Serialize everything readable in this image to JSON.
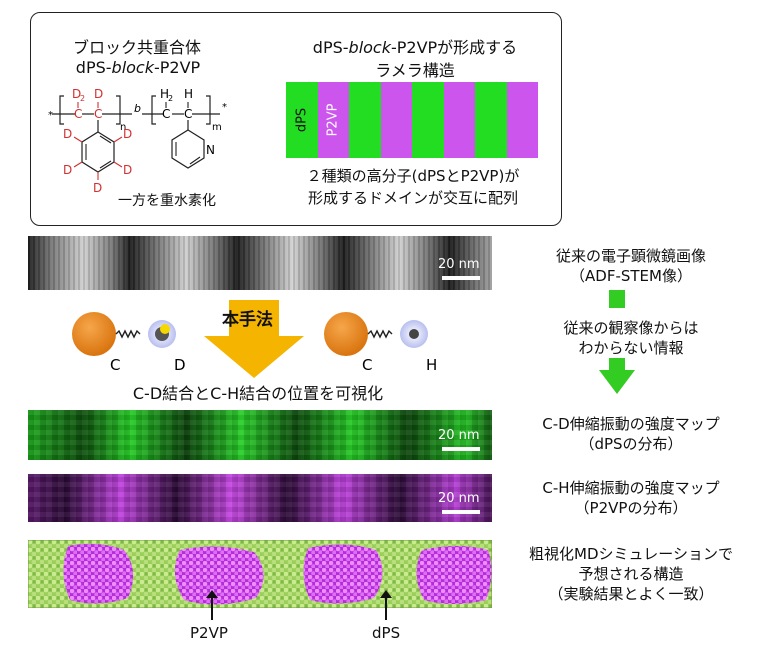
{
  "callout": {
    "copolymer_title_line1": "ブロック共重合体",
    "copolymer_title_line2_pre": "dPS-",
    "copolymer_title_line2_em": "block",
    "copolymer_title_line2_post": "-P2VP",
    "lamella_title_line1_pre": "dPS-",
    "lamella_title_line1_em": "block",
    "lamella_title_line1_post": "-P2VPが形成する",
    "lamella_title_line2": "ラメラ構造",
    "lamella_label_dps": "dPS",
    "lamella_label_p2vp": "P2VP",
    "deuteration_note": "一方を重水素化",
    "domain_desc_line1": "２種類の高分子(dPSとP2VP)が",
    "domain_desc_line2": "形成するドメインが交互に配列",
    "chem_labels": {
      "d2": "D",
      "d2_sub": "2",
      "c": "C",
      "h2": "H",
      "h2_sub": "2",
      "ch": "C",
      "ch_h": "H",
      "n_sub": "n",
      "m_sub": "m",
      "b": "b",
      "star": "*",
      "D": "D",
      "N": "N"
    }
  },
  "stem": {
    "scale_label": "20 nm",
    "right_line1": "従来の電子顕微鏡画像",
    "right_line2": "（ADF-STEM像）"
  },
  "method": {
    "arrow_label": "本手法",
    "visualize_text": "C-D結合とC-H結合の位置を可視化",
    "cd_label_c": "C",
    "cd_label_d": "D",
    "ch_label_c": "C",
    "ch_label_h": "H",
    "info_line1": "従来の観察像からは",
    "info_line2": "わからない情報"
  },
  "cd_map": {
    "scale_label": "20 nm",
    "right_line1": "C-D伸縮振動の強度マップ",
    "right_line2": "（dPSの分布）"
  },
  "ch_map": {
    "scale_label": "20 nm",
    "right_line1": "C-H伸縮振動の強度マップ",
    "right_line2": "（P2VPの分布）"
  },
  "md": {
    "right_line1": "粗視化MDシミュレーションで",
    "right_line2": "予想される構造",
    "right_line3": "（実験結果とよく一致）",
    "label_p2vp": "P2VP",
    "label_dps": "dPS"
  },
  "colors": {
    "green": "#22dd22",
    "magenta": "#cc55ee",
    "orange": "#e98a1f",
    "arrow_gold": "#f5b400",
    "arrow_green": "#33cc22",
    "deuterium_red": "#d03030"
  }
}
